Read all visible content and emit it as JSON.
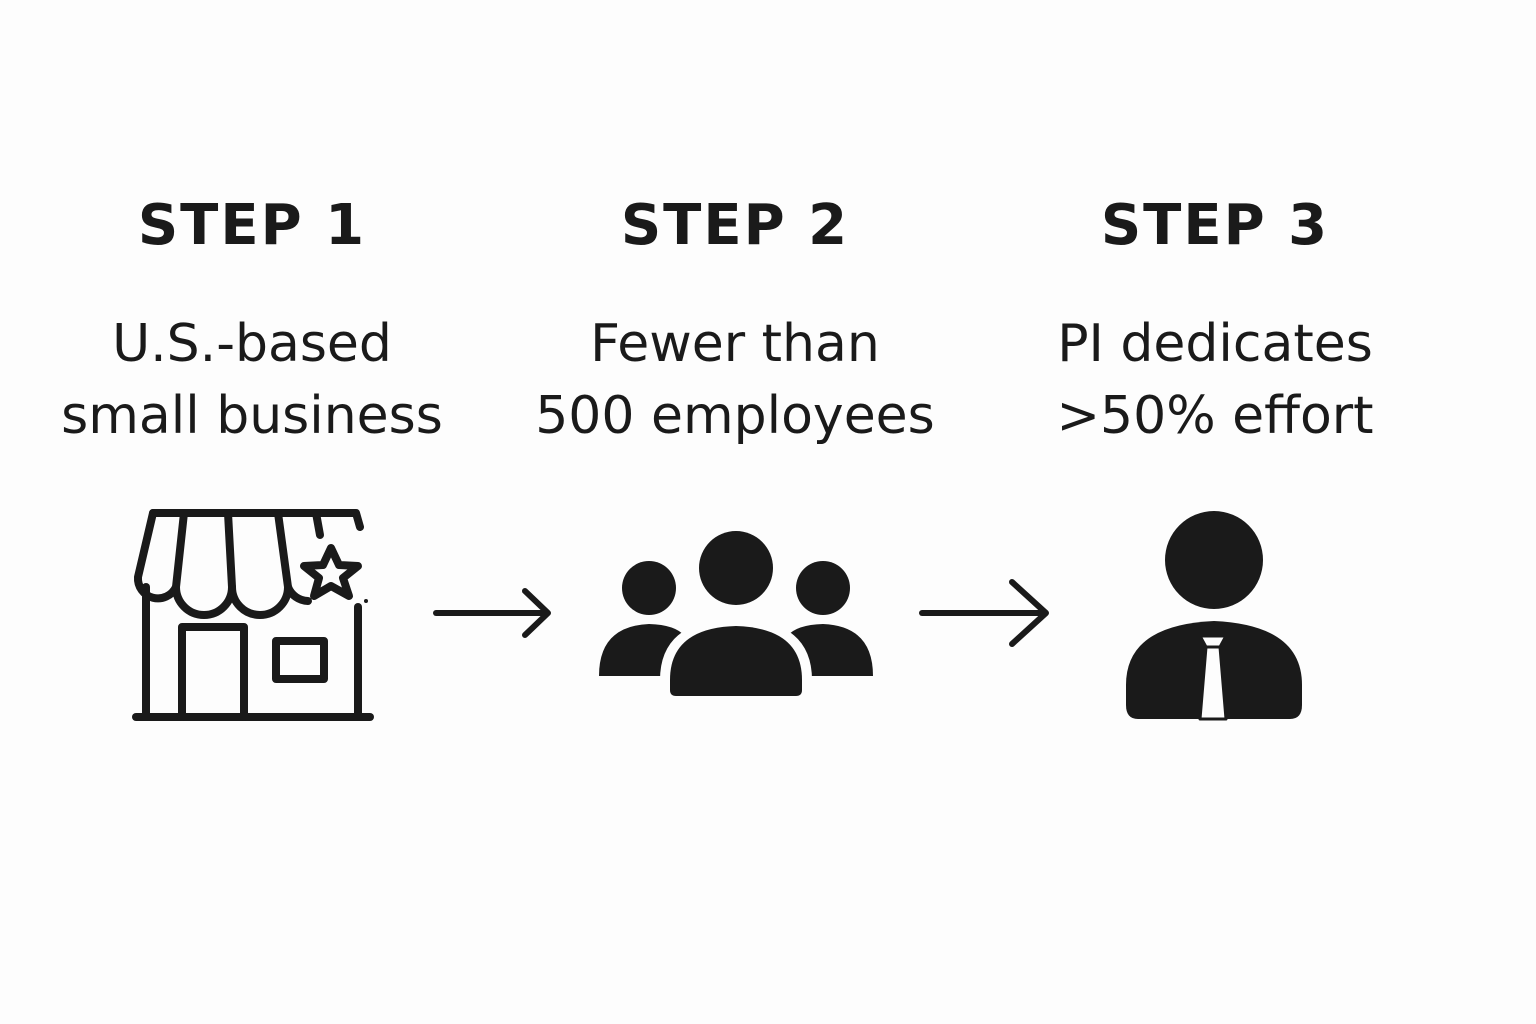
{
  "steps": [
    {
      "title": "STEP 1",
      "lines": [
        "U.S.-based",
        "small business"
      ],
      "icon": "storefront-icon"
    },
    {
      "title": "STEP 2",
      "lines": [
        "Fewer than",
        "500 employees"
      ],
      "icon": "people-group-icon"
    },
    {
      "title": "STEP 3",
      "lines": [
        "PI dedicates",
        ">50% effort"
      ],
      "icon": "person-with-tie-icon"
    }
  ],
  "arrows": [
    "arrow-right-icon",
    "arrow-right-icon"
  ],
  "colors": {
    "background": "#fdfdfd",
    "foreground": "#1a1a1a"
  }
}
